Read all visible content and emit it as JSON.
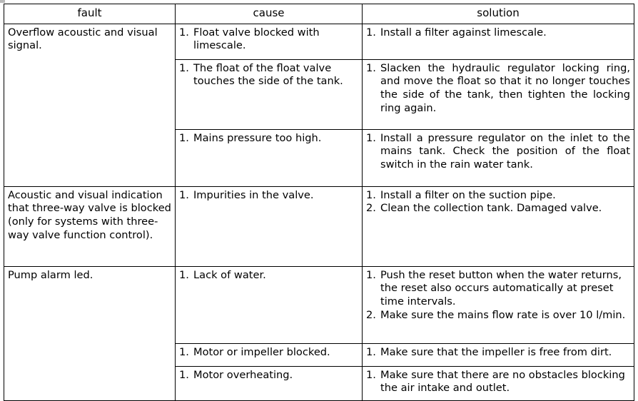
{
  "table": {
    "headers": [
      "fault",
      "cause",
      "solution"
    ],
    "rows": [
      {
        "fault": "Overflow acoustic and visual signal.",
        "entries": [
          {
            "cause": [
              "Float valve blocked with limescale."
            ],
            "solution": [
              "Install a filter against limescale."
            ],
            "solution_justified": false,
            "cause_min_height": 42,
            "solution_min_height": 42
          },
          {
            "cause": [
              "The float of the float valve touches the side of the tank."
            ],
            "solution": [
              "Slacken the hydraulic regulator locking ring, and move the float so that it no longer touches the side of the tank, then tighten the locking ring again."
            ],
            "solution_justified": true,
            "cause_min_height": 90,
            "solution_min_height": 90
          },
          {
            "cause": [
              "Mains pressure too high."
            ],
            "solution": [
              "Install a pressure regulator on the inlet to the mains tank. Check the position of the float switch in the rain water tank."
            ],
            "solution_justified": true,
            "cause_min_height": 72,
            "solution_min_height": 72
          }
        ]
      },
      {
        "fault": "Acoustic and visual indication that three-way valve is blocked (only for systems with three-way valve function control).",
        "entries": [
          {
            "cause": [
              "Impurities in the valve."
            ],
            "solution": [
              "Install a filter on the suction pipe.",
              "Clean the collection tank. Damaged valve."
            ],
            "solution_justified": false,
            "cause_min_height": 104,
            "solution_min_height": 104
          }
        ]
      },
      {
        "fault": "Pump alarm led.",
        "entries": [
          {
            "cause": [
              "Lack of water."
            ],
            "solution": [
              "Push the reset button when the water returns, the reset also occurs automatically at preset time intervals.",
              "Make sure the mains flow rate is over 10 l/min."
            ],
            "solution_justified": false,
            "cause_min_height": 100,
            "solution_min_height": 100
          },
          {
            "cause": [
              "Motor or impeller blocked."
            ],
            "solution": [
              "Make sure that the impeller is free from dirt."
            ],
            "solution_justified": false,
            "cause_min_height": 24,
            "solution_min_height": 24
          },
          {
            "cause": [
              "Motor overheating."
            ],
            "solution": [
              "Make sure that there are no obstacles blocking the air intake and outlet."
            ],
            "solution_justified": false,
            "cause_min_height": 40,
            "solution_min_height": 40
          }
        ]
      }
    ]
  }
}
